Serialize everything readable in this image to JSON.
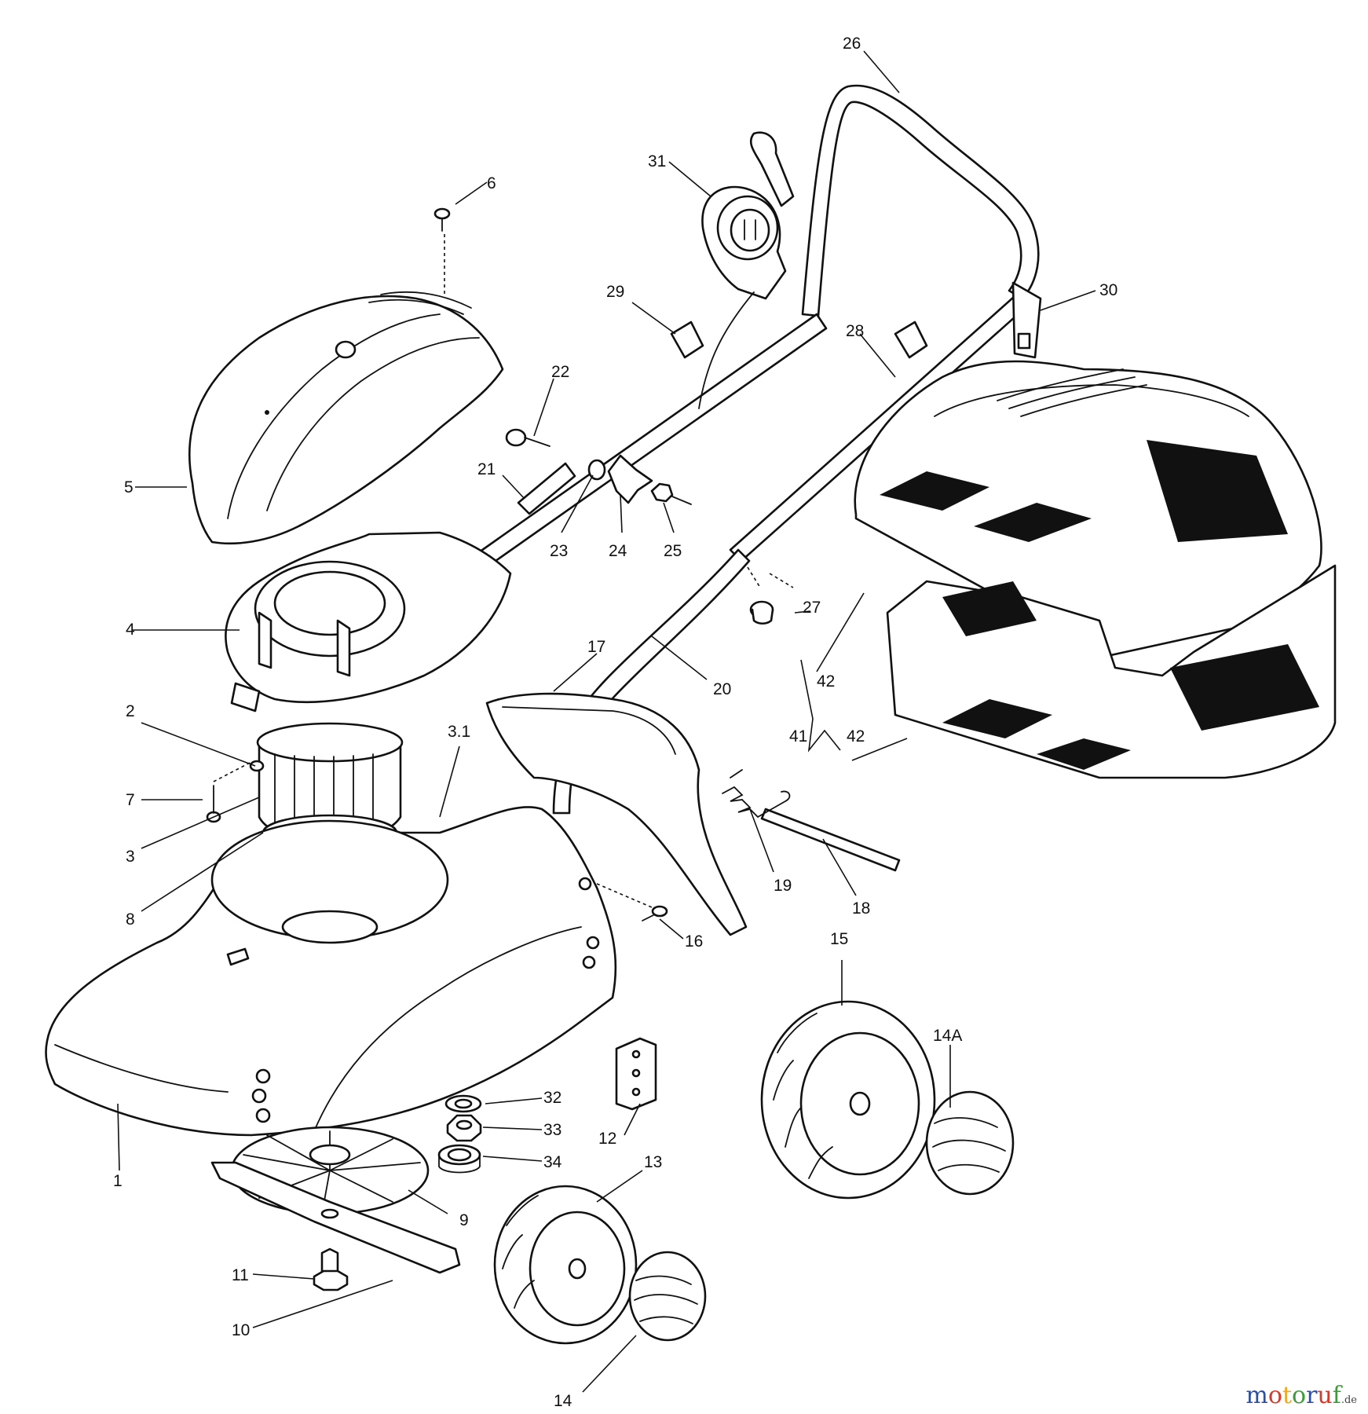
{
  "diagram": {
    "callouts": [
      {
        "id": "c26",
        "label": "26"
      },
      {
        "id": "c31",
        "label": "31"
      },
      {
        "id": "c6",
        "label": "6"
      },
      {
        "id": "c29",
        "label": "29"
      },
      {
        "id": "c30",
        "label": "30"
      },
      {
        "id": "c28",
        "label": "28"
      },
      {
        "id": "c22",
        "label": "22"
      },
      {
        "id": "c21",
        "label": "21"
      },
      {
        "id": "c5",
        "label": "5"
      },
      {
        "id": "c23",
        "label": "23"
      },
      {
        "id": "c24",
        "label": "24"
      },
      {
        "id": "c25",
        "label": "25"
      },
      {
        "id": "c27",
        "label": "27"
      },
      {
        "id": "c4",
        "label": "4"
      },
      {
        "id": "c17",
        "label": "17"
      },
      {
        "id": "c20",
        "label": "20"
      },
      {
        "id": "c42a",
        "label": "42"
      },
      {
        "id": "c41",
        "label": "41"
      },
      {
        "id": "c42b",
        "label": "42"
      },
      {
        "id": "c2",
        "label": "2"
      },
      {
        "id": "c31b",
        "label": "3.1"
      },
      {
        "id": "c7",
        "label": "7"
      },
      {
        "id": "c3",
        "label": "3"
      },
      {
        "id": "c8",
        "label": "8"
      },
      {
        "id": "c19",
        "label": "19"
      },
      {
        "id": "c18",
        "label": "18"
      },
      {
        "id": "c16",
        "label": "16"
      },
      {
        "id": "c15",
        "label": "15"
      },
      {
        "id": "c14a",
        "label": "14A"
      },
      {
        "id": "c32",
        "label": "32"
      },
      {
        "id": "c33",
        "label": "33"
      },
      {
        "id": "c34",
        "label": "34"
      },
      {
        "id": "c12",
        "label": "12"
      },
      {
        "id": "c1",
        "label": "1"
      },
      {
        "id": "c9",
        "label": "9"
      },
      {
        "id": "c13",
        "label": "13"
      },
      {
        "id": "c11",
        "label": "11"
      },
      {
        "id": "c10",
        "label": "10"
      },
      {
        "id": "c14",
        "label": "14"
      }
    ]
  },
  "watermark": {
    "letters": [
      "m",
      "o",
      "t",
      "o",
      "r",
      "u",
      "f"
    ],
    "letter_colors": [
      "#2b4fa8",
      "#d83a2a",
      "#f0a81c",
      "#3f9b3a",
      "#2b4fa8",
      "#d83a2a",
      "#3f9b3a"
    ],
    "tld": ".de"
  }
}
